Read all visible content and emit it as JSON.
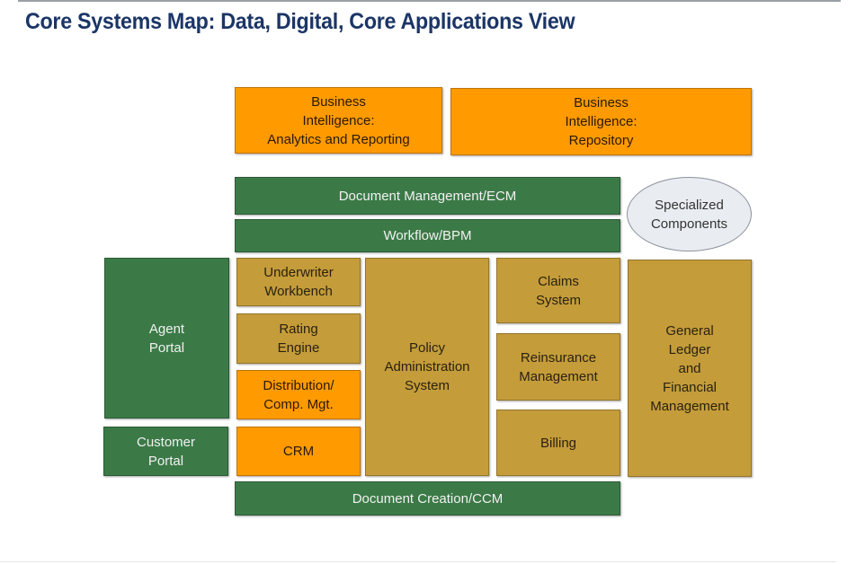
{
  "title": "Core Systems Map:  Data, Digital, Core Applications View",
  "colors": {
    "title": "#1b3566",
    "green": "#3b7a47",
    "gold": "#c49c3a",
    "orange": "#ff9a00",
    "ellipse": "#e9ecf1"
  },
  "boxes": {
    "bi_analytics": "Business\nIntelligence:\nAnalytics and Reporting",
    "bi_repository": "Business\nIntelligence:\nRepository",
    "document_management": "Document Management/ECM",
    "workflow": "Workflow/BPM",
    "specialized": "Specialized\nComponents",
    "agent_portal": "Agent\nPortal",
    "customer_portal": "Customer\nPortal",
    "underwriter": "Underwriter\nWorkbench",
    "rating": "Rating\nEngine",
    "distribution": "Distribution/\nComp. Mgt.",
    "crm": "CRM",
    "policy_admin": "Policy\nAdministration\nSystem",
    "claims": "Claims\nSystem",
    "reinsurance": "Reinsurance\nManagement",
    "billing": "Billing",
    "general_ledger": "General\nLedger\nand\nFinancial\nManagement",
    "document_creation": "Document Creation/CCM"
  }
}
